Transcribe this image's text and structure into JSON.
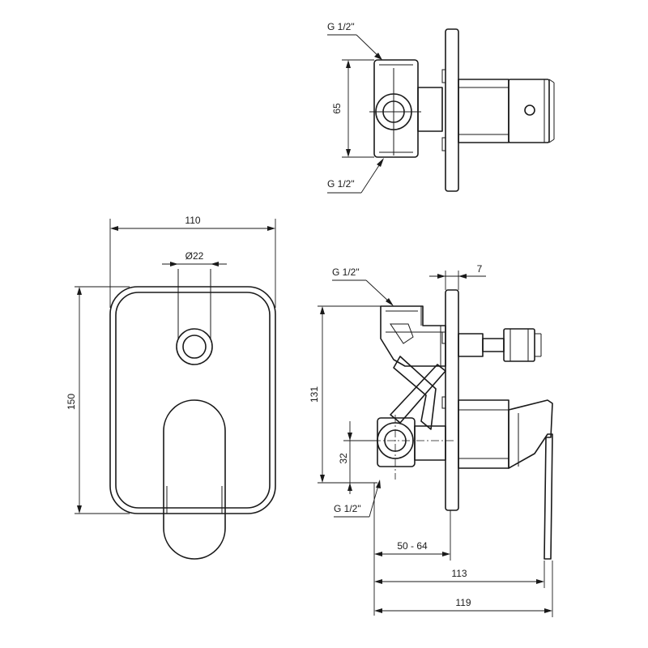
{
  "diagram": {
    "labels": {
      "thread_top_upper": "G 1/2\"",
      "thread_top_lower": "G 1/2\"",
      "height_65": "65",
      "width_110": "110",
      "height_150": "150",
      "diameter_22": "Ø22",
      "thread_side_upper": "G 1/2\"",
      "thread_side_lower": "G 1/2\"",
      "plate_7": "7",
      "height_131": "131",
      "height_32": "32",
      "depth_50_64": "50 - 64",
      "depth_113": "113",
      "depth_119": "119"
    }
  }
}
